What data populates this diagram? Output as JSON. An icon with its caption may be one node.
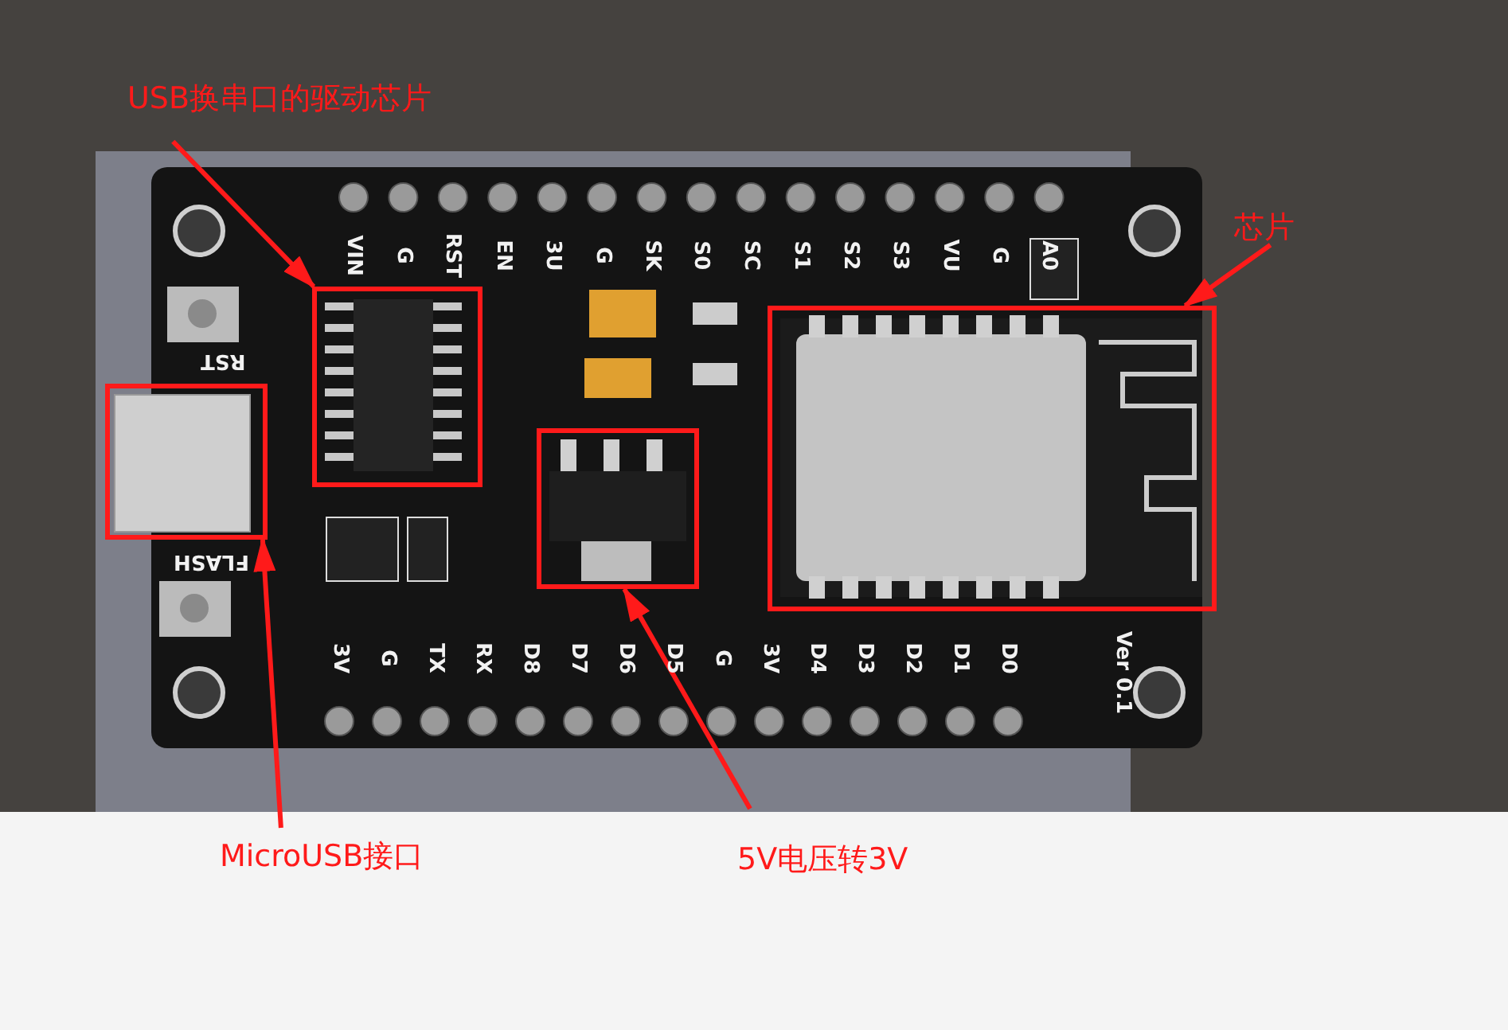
{
  "diagram": {
    "nodes": [
      {
        "text": [
          "USB换串口的驱动芯片"
        ]
      },
      {
        "text": [],
        "shape": "box"
      },
      {
        "text": [
          "芯片"
        ]
      },
      {
        "text": [],
        "shape": "box"
      },
      {
        "text": [],
        "shape": "box"
      },
      {
        "text": [],
        "shape": "box"
      },
      {
        "text": [
          "MicroUSB接口"
        ]
      },
      {
        "text": [
          "5V电压转3V"
        ]
      }
    ],
    "edges": [
      {
        "from": 0,
        "to": 1,
        "arrow": "to"
      },
      {
        "from": 2,
        "to": 3,
        "arrow": "to"
      },
      {
        "from": 6,
        "to": 4,
        "arrow": "to"
      },
      {
        "from": 7,
        "to": 5,
        "arrow": "to"
      }
    ],
    "labels": [
      "VIN",
      "G",
      "RST",
      "EN",
      "3U",
      "G",
      "SK",
      "S0",
      "SC",
      "S1",
      "S2",
      "S3",
      "VU",
      "G",
      "A0",
      "RST",
      "FLASH",
      "3V",
      "G",
      "TX",
      "RX",
      "D8",
      "D7",
      "D6",
      "D5",
      "G",
      "3V",
      "D4",
      "D3",
      "D2",
      "D1",
      "D0",
      "Ver 0.1"
    ]
  }
}
